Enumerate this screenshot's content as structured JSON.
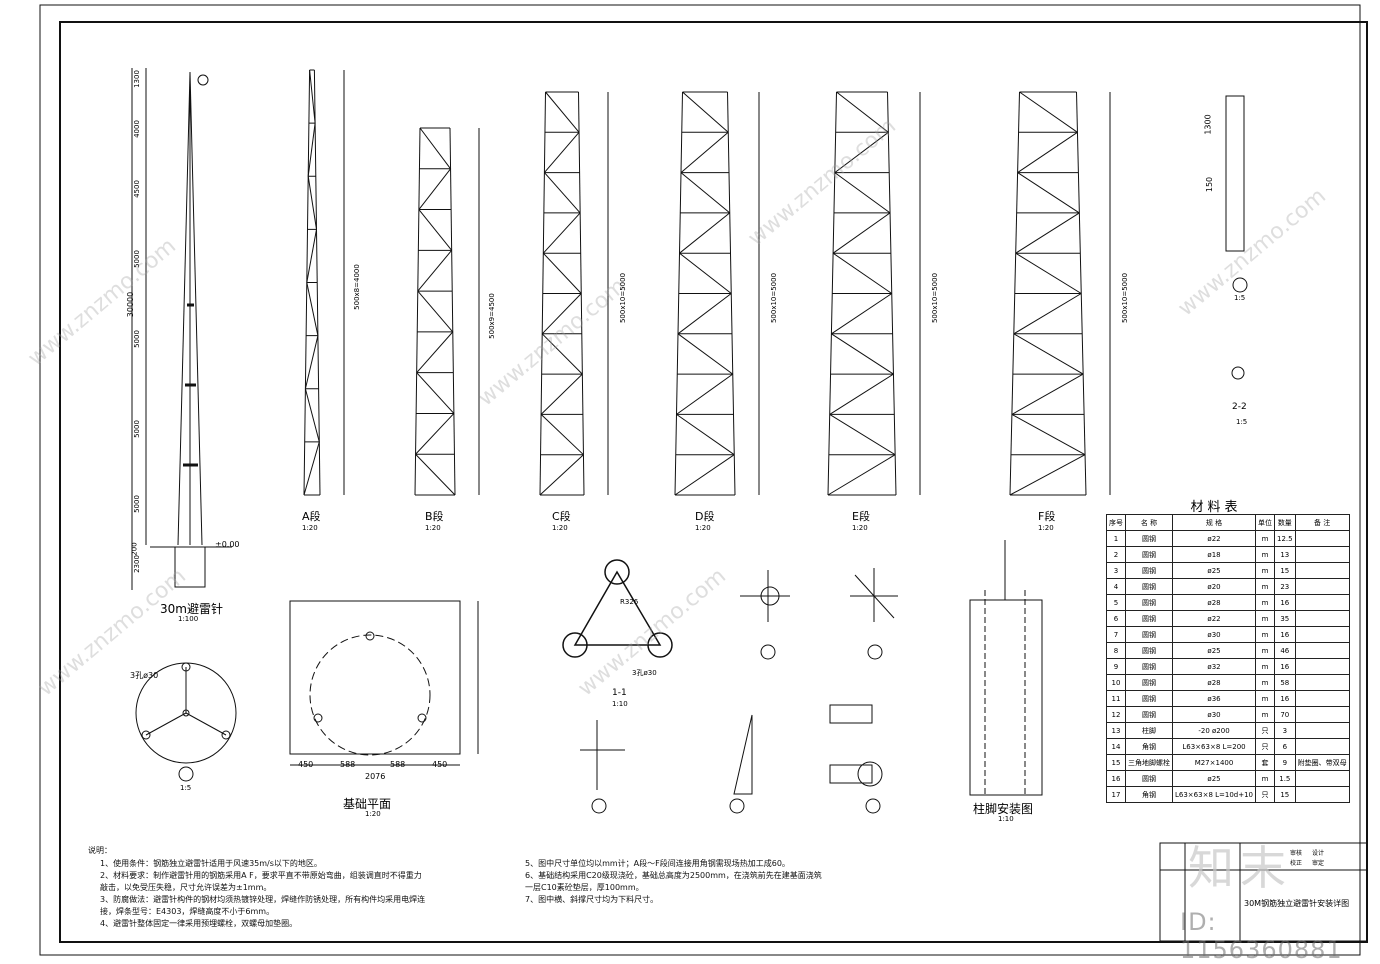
{
  "drawing": {
    "title": "30M钢筋独立避雷针安装详图",
    "watermark_id": "ID: 1156360881",
    "brand": "知末",
    "watermark_text": "www.znzmo.com",
    "approver_labels": [
      "审核",
      "设计",
      "校正",
      "审定"
    ]
  },
  "segments": [
    {
      "label": "A段",
      "scale": "1:20",
      "dim": "500x8=4000"
    },
    {
      "label": "B段",
      "scale": "1:20",
      "dim": "500x9=4500"
    },
    {
      "label": "C段",
      "scale": "1:20",
      "dim": "500x10=5000"
    },
    {
      "label": "D段",
      "scale": "1:20",
      "dim": "500x10=5000"
    },
    {
      "label": "E段",
      "scale": "1:20",
      "dim": "500x10=5000"
    },
    {
      "label": "F段",
      "scale": "1:20",
      "dim": "500x10=5000"
    }
  ],
  "elevation": {
    "title": "30m避雷针",
    "scale": "1:100",
    "dims": [
      "1300",
      "4000",
      "4500",
      "5000",
      "5000",
      "5000",
      "5000",
      "2300",
      "200"
    ],
    "total": "30000",
    "level": "±0.00"
  },
  "details": {
    "foundation": {
      "title": "基础平面",
      "scale": "1:20",
      "dims": [
        "450",
        "588",
        "588",
        "450"
      ],
      "total": "2076"
    },
    "section11": {
      "label": "1-1",
      "scale": "1:10",
      "hole": "3孔ø30",
      "radius": "R326"
    },
    "section22": {
      "label": "2-2",
      "scale": "1:5"
    },
    "column": {
      "title": "柱脚安装图",
      "scale": "1:10"
    },
    "detail5": {
      "scale": "1:5",
      "hole": "3孔ø30"
    },
    "top": {
      "dims": [
        "1300",
        "150"
      ],
      "scale": "1:5"
    }
  },
  "materials": {
    "title": "材料表",
    "headers": [
      "序号",
      "名 称",
      "规 格",
      "单位",
      "数量",
      "备 注"
    ],
    "rows": [
      [
        "1",
        "圆钢",
        "ø22",
        "m",
        "12.5",
        ""
      ],
      [
        "2",
        "圆钢",
        "ø18",
        "m",
        "13",
        ""
      ],
      [
        "3",
        "圆钢",
        "ø25",
        "m",
        "15",
        ""
      ],
      [
        "4",
        "圆钢",
        "ø20",
        "m",
        "23",
        ""
      ],
      [
        "5",
        "圆钢",
        "ø28",
        "m",
        "16",
        ""
      ],
      [
        "6",
        "圆钢",
        "ø22",
        "m",
        "35",
        ""
      ],
      [
        "7",
        "圆钢",
        "ø30",
        "m",
        "16",
        ""
      ],
      [
        "8",
        "圆钢",
        "ø25",
        "m",
        "46",
        ""
      ],
      [
        "9",
        "圆钢",
        "ø32",
        "m",
        "16",
        ""
      ],
      [
        "10",
        "圆钢",
        "ø28",
        "m",
        "58",
        ""
      ],
      [
        "11",
        "圆钢",
        "ø36",
        "m",
        "16",
        ""
      ],
      [
        "12",
        "圆钢",
        "ø30",
        "m",
        "70",
        ""
      ],
      [
        "13",
        "柱脚",
        "-20 ø200",
        "只",
        "3",
        ""
      ],
      [
        "14",
        "角钢",
        "L63×63×8 L=200",
        "只",
        "6",
        ""
      ],
      [
        "15",
        "三角地脚螺栓",
        "M27×1400",
        "套",
        "9",
        "附垫圈、带双母"
      ],
      [
        "16",
        "圆钢",
        "ø25",
        "m",
        "1.5",
        ""
      ],
      [
        "17",
        "角钢",
        "L63×63×8 L=10d+10",
        "只",
        "15",
        ""
      ]
    ]
  },
  "notes": {
    "heading": "说明：",
    "left": [
      "1、使用条件：钢筋独立避雷针适用于风速35m/s以下的地区。",
      "2、材料要求：制作避雷针用的钢筋采用A F，要求平直不带原始弯曲，组装调直时不得重力",
      "    敲击，以免受压失稳，尺寸允许误差为±1mm。",
      "3、防腐做法：避雷针构件的钢材均须热镀锌处理，焊缝作防锈处理，所有构件均采用电焊连",
      "    接，焊条型号：E4303，焊缝高度不小于6mm。",
      "4、避雷针整体固定一律采用预埋螺栓，双螺母加垫圈。"
    ],
    "right": [
      "5、图中尺寸单位均以mm计；A段～F段间连接用角钢需现场热加工成60。",
      "6、基础结构采用C20级现浇砼，基础总高度为2500mm，在浇筑前先在建基面浇筑",
      "    一层C10素砼垫层，厚100mm。",
      "7、图中横、斜撑尺寸均为下料尺寸。"
    ]
  }
}
